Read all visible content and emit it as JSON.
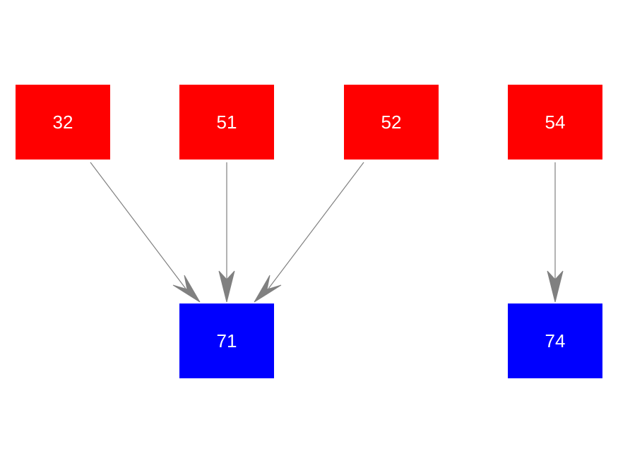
{
  "colors": {
    "source": "#ff0000",
    "target": "#0000ff",
    "edge": "#808080",
    "label": "#ffffff"
  },
  "nodes": [
    {
      "id": "32",
      "label": "32",
      "role": "source"
    },
    {
      "id": "51",
      "label": "51",
      "role": "source"
    },
    {
      "id": "52",
      "label": "52",
      "role": "source"
    },
    {
      "id": "54",
      "label": "54",
      "role": "source"
    },
    {
      "id": "71",
      "label": "71",
      "role": "target"
    },
    {
      "id": "74",
      "label": "74",
      "role": "target"
    }
  ],
  "edges": [
    {
      "from": "32",
      "to": "71"
    },
    {
      "from": "51",
      "to": "71"
    },
    {
      "from": "52",
      "to": "71"
    },
    {
      "from": "54",
      "to": "74"
    }
  ]
}
